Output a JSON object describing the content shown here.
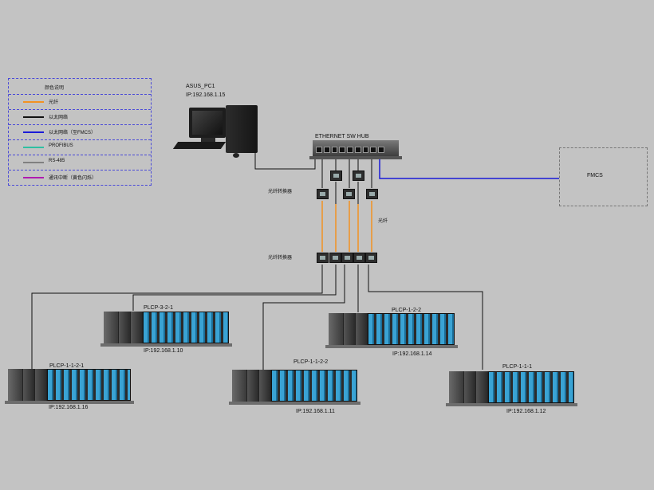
{
  "legend": {
    "title": "颜色说明",
    "items": [
      {
        "label": "光纤",
        "color": "#f29222"
      },
      {
        "label": "以太网络",
        "color": "#111111"
      },
      {
        "label": "以太网络（至FMCS）",
        "color": "#1a1ad8"
      },
      {
        "label": "PROFIBUS",
        "color": "#2fbfa2"
      },
      {
        "label": "RS-485",
        "color": "#808080"
      },
      {
        "label": "通讯中断（黄色闪烁）",
        "color": "#b01bb0"
      }
    ]
  },
  "pc": {
    "name": "ASUS_PC1",
    "ip": "IP:192.168.1.15"
  },
  "hub": {
    "label": "ETHERNET SW HUB"
  },
  "converter_top_label": "光纤转换器",
  "converter_bottom_label": "光纤转换器",
  "fiber_label": "光纤",
  "fmcs": {
    "label": "FMCS"
  },
  "plcs": [
    {
      "name": "PLCP-3-2-1",
      "ip": "IP:192.168.1.10"
    },
    {
      "name": "PLCP-1-2-2",
      "ip": "IP:192.168.1.14"
    },
    {
      "name": "PLCP-1-1-2-1",
      "ip": "IP:192.168.1.16"
    },
    {
      "name": "PLCP-1-1-2-2",
      "ip": "IP:192.168.1.11"
    },
    {
      "name": "PLCP-1-1-1",
      "ip": "IP:192.168.1.12"
    }
  ],
  "colors": {
    "fiber": "#f29222",
    "ethernet": "#111111",
    "fmcs_link": "#1a1ad8",
    "background": "#c3c3c3"
  }
}
